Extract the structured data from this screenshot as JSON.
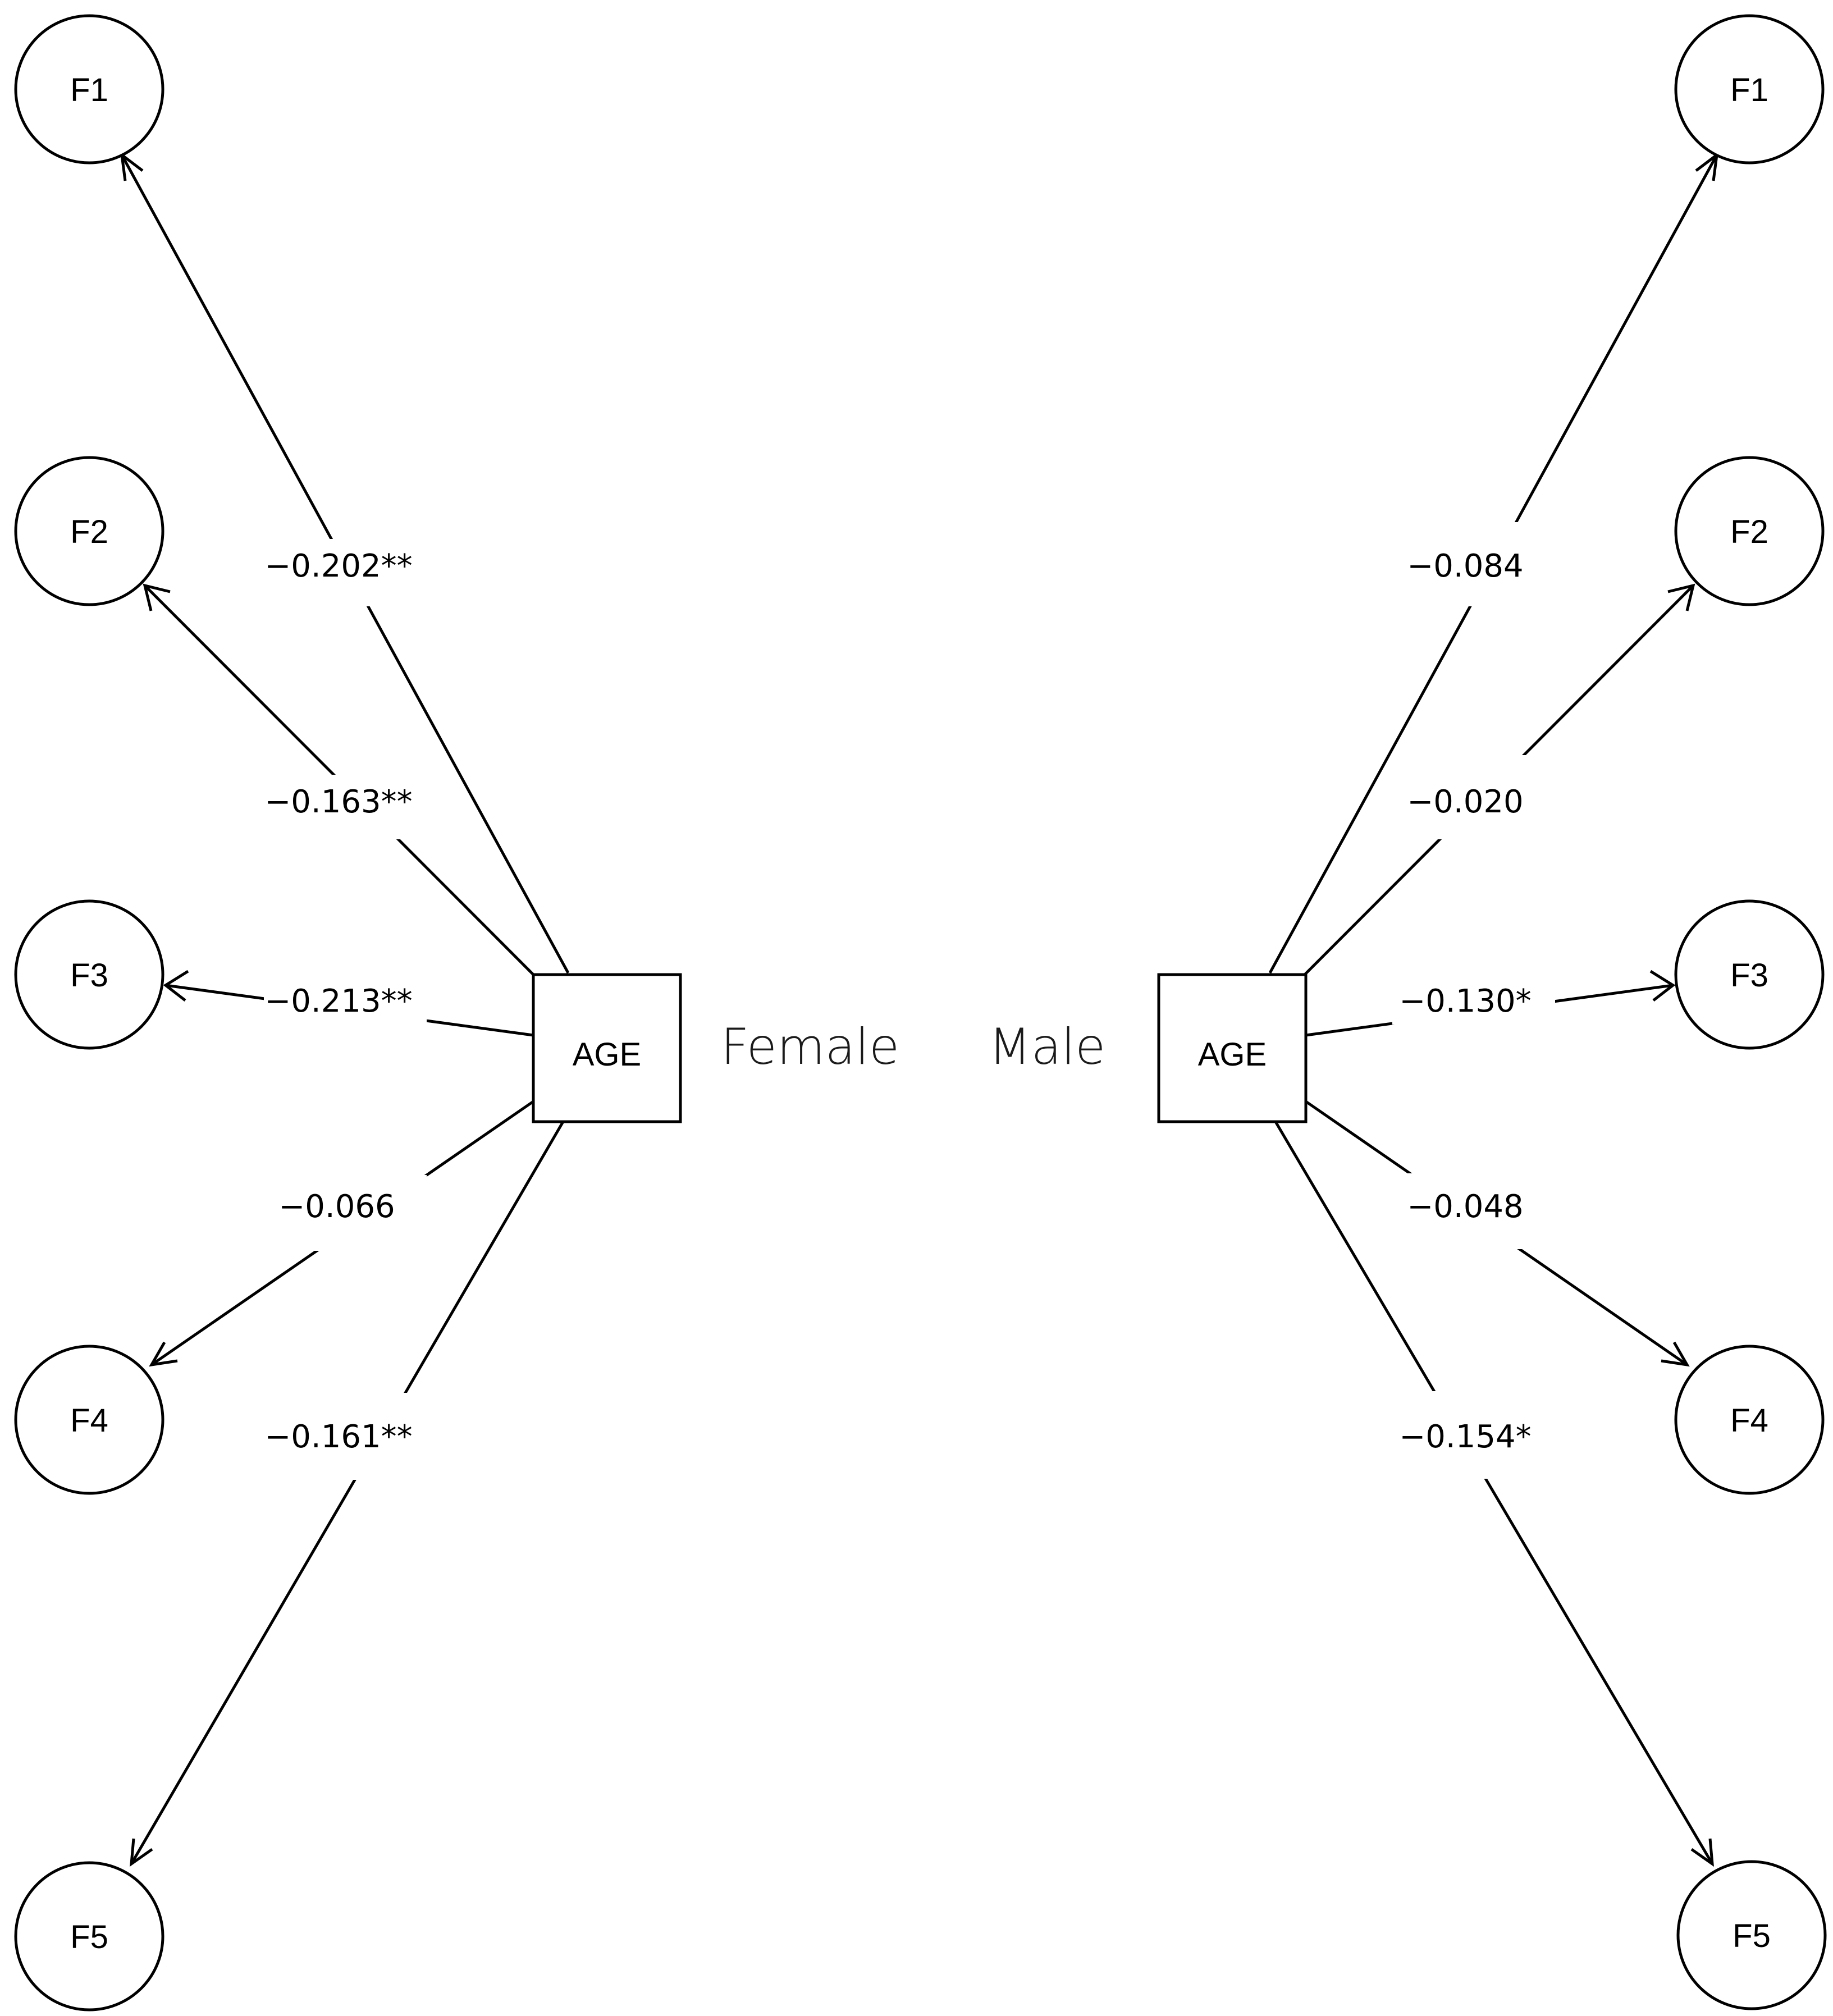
{
  "panels": [
    {
      "id": "female",
      "group_label": "Female",
      "predictor": "AGE",
      "paths": [
        {
          "factor": "F1",
          "coefficient": "−0.202**"
        },
        {
          "factor": "F2",
          "coefficient": "−0.163**"
        },
        {
          "factor": "F3",
          "coefficient": "−0.213**"
        },
        {
          "factor": "F4",
          "coefficient": "−0.066"
        },
        {
          "factor": "F5",
          "coefficient": "−0.161**"
        }
      ]
    },
    {
      "id": "male",
      "group_label": "Male",
      "predictor": "AGE",
      "paths": [
        {
          "factor": "F1",
          "coefficient": "−0.084"
        },
        {
          "factor": "F2",
          "coefficient": "−0.020"
        },
        {
          "factor": "F3",
          "coefficient": "−0.130*"
        },
        {
          "factor": "F4",
          "coefficient": "−0.048"
        },
        {
          "factor": "F5",
          "coefficient": "−0.154*"
        }
      ]
    }
  ]
}
